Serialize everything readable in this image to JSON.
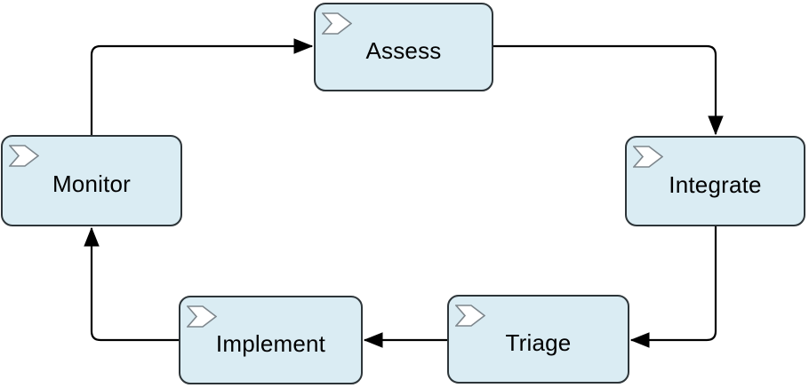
{
  "diagram": {
    "type": "process-cycle-flowchart",
    "nodes": [
      {
        "id": "assess",
        "label": "Assess",
        "icon": "process-chevron-icon"
      },
      {
        "id": "integrate",
        "label": "Integrate",
        "icon": "process-chevron-icon"
      },
      {
        "id": "triage",
        "label": "Triage",
        "icon": "process-chevron-icon"
      },
      {
        "id": "implement",
        "label": "Implement",
        "icon": "process-chevron-icon"
      },
      {
        "id": "monitor",
        "label": "Monitor",
        "icon": "process-chevron-icon"
      }
    ],
    "edges": [
      {
        "from": "monitor",
        "to": "assess",
        "style": "orthogonal-solid-arrow"
      },
      {
        "from": "assess",
        "to": "integrate",
        "style": "orthogonal-solid-arrow"
      },
      {
        "from": "integrate",
        "to": "triage",
        "style": "orthogonal-solid-arrow"
      },
      {
        "from": "triage",
        "to": "implement",
        "style": "orthogonal-solid-arrow"
      },
      {
        "from": "implement",
        "to": "monitor",
        "style": "orthogonal-solid-arrow"
      }
    ],
    "colors": {
      "canvas_bg": "#ffffff",
      "node_fill": "#daecf3",
      "node_border": "#2d3539",
      "edge_stroke": "#000000",
      "icon_fill": "#ffffff",
      "icon_stroke": "#7d868c",
      "label_color": "#000000"
    }
  }
}
